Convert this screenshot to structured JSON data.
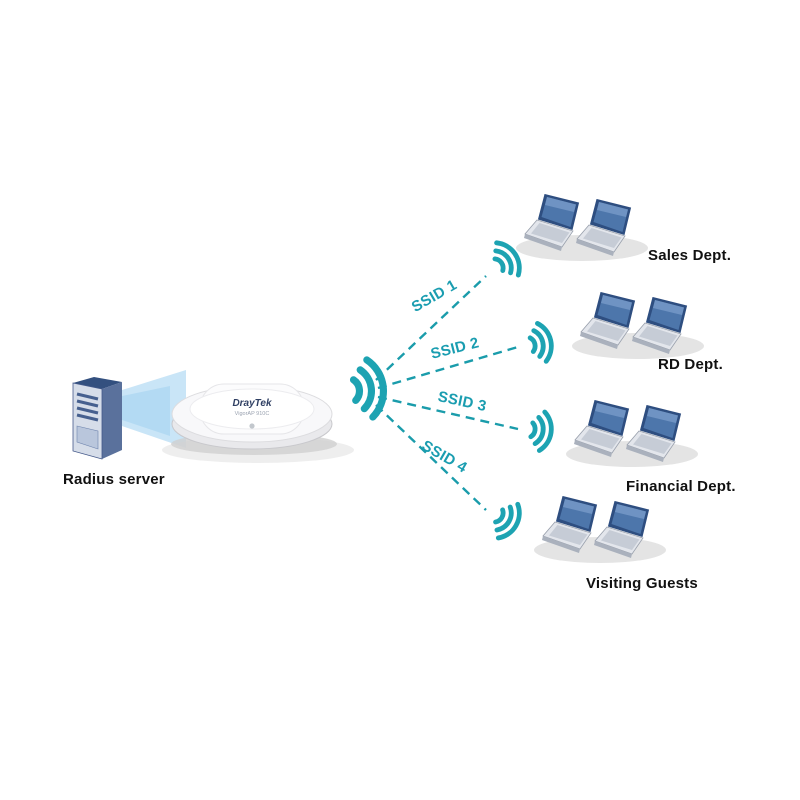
{
  "diagram": {
    "server": {
      "label": "Radius server"
    },
    "access_point": {
      "brand": "DrayTek",
      "model": "VigorAP 910C"
    },
    "connections": [
      {
        "ssid": "SSID 1",
        "department": "Sales Dept."
      },
      {
        "ssid": "SSID 2",
        "department": "RD Dept."
      },
      {
        "ssid": "SSID 3",
        "department": "Financial Dept."
      },
      {
        "ssid": "SSID 4",
        "department": "Visiting Guests"
      }
    ],
    "colors": {
      "wireless_teal": "#1DA3B2",
      "laptop_screen": "#2E4E80",
      "label_text": "#111111"
    }
  }
}
